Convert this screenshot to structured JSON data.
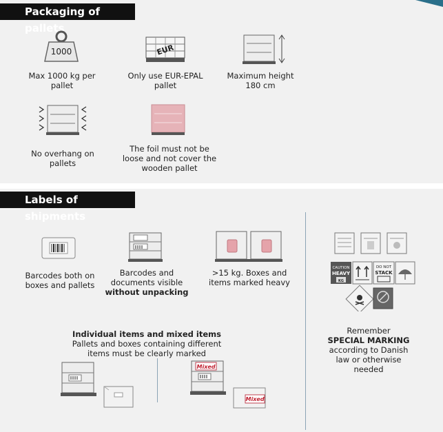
{
  "packaging": {
    "title": "Packaging of pallets",
    "weight_label": "1000",
    "eur_label": "EUR",
    "items": [
      {
        "caption1": "Max 1000 kg per",
        "caption2": "pallet"
      },
      {
        "caption1": "Only use EUR-EPAL",
        "caption2": "pallet"
      },
      {
        "caption1": "Maximum height",
        "caption2": "180 cm"
      },
      {
        "caption1": "No overhang on",
        "caption2": "pallets"
      },
      {
        "caption1": "The foil must not be",
        "caption2": "loose and not cover the",
        "caption3": "wooden pallet"
      }
    ]
  },
  "labels": {
    "title": "Labels of shipments",
    "barcodes": {
      "line1": "Barcodes both on",
      "line2": "boxes and pallets"
    },
    "visible": {
      "line1": "Barcodes and",
      "line2": "documents visible",
      "line3": "without unpacking"
    },
    "heavy": {
      "line1": ">15 kg. Boxes and",
      "line2": "items marked heavy"
    },
    "individual": {
      "title": "Individual items and mixed items",
      "line1": "Pallets and boxes containing different",
      "line2": "items must be clearly marked"
    },
    "mixed_tag": "Mixed",
    "special": {
      "line1": "Remember",
      "line2": "SPECIAL MARKING",
      "line3": "according to Danish",
      "line4": "law or otherwise",
      "line5": "needed"
    },
    "sign_heavy1": "CAUTION",
    "sign_heavy2": "HEAVY",
    "sign_nostack1": "DO NOT",
    "sign_nostack2": "STACK",
    "sign_kg": "KG"
  }
}
